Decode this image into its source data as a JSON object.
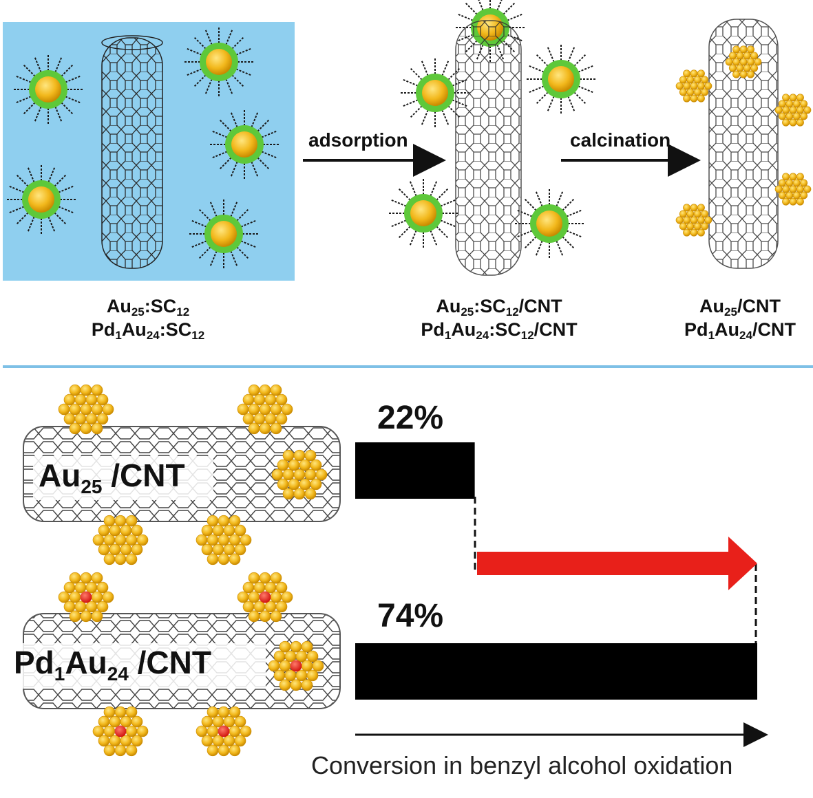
{
  "top": {
    "arrow1_label": "adsorption",
    "arrow2_label": "calcination",
    "captions": [
      {
        "line1": [
          "Au",
          "25",
          ":SC",
          "12",
          ""
        ],
        "line2": [
          "Pd",
          "1",
          "Au",
          "24",
          ":SC",
          "12",
          ""
        ]
      },
      {
        "line1": [
          "Au",
          "25",
          ":SC",
          "12",
          "/CNT"
        ],
        "line2": [
          "Pd",
          "1",
          "Au",
          "24",
          ":SC",
          "12",
          "/CNT"
        ]
      },
      {
        "line1": [
          "Au",
          "25",
          "/CNT",
          "",
          ""
        ],
        "line2": [
          "Pd",
          "1",
          "Au",
          "24",
          "/CNT",
          "",
          ""
        ]
      }
    ]
  },
  "bottom": {
    "catalyst1": {
      "name": "Au",
      "sub": "25",
      "suffix": " /CNT"
    },
    "catalyst2": {
      "name1": "Pd",
      "sub1": "1",
      "name2": "Au",
      "sub2": "24",
      "suffix": " /CNT"
    },
    "axis_label": "Conversion in benzyl alcohol oxidation"
  },
  "chart_data": {
    "type": "bar",
    "orientation": "horizontal",
    "categories": [
      "Au25/CNT",
      "Pd1Au24/CNT"
    ],
    "values": [
      22,
      74
    ],
    "value_labels": [
      "22%",
      "74%"
    ],
    "xlabel": "Conversion in benzyl alcohol oxidation",
    "xlim": [
      0,
      74
    ],
    "colors": {
      "bar": "#000000",
      "arrow": "#e8201a"
    }
  },
  "colors": {
    "panel_bg": "#8fcfef",
    "divider": "#7ec0e6",
    "gold": "#f2b81c",
    "ligand_shell": "#5ec83a",
    "pd_atom": "#e8201a"
  }
}
